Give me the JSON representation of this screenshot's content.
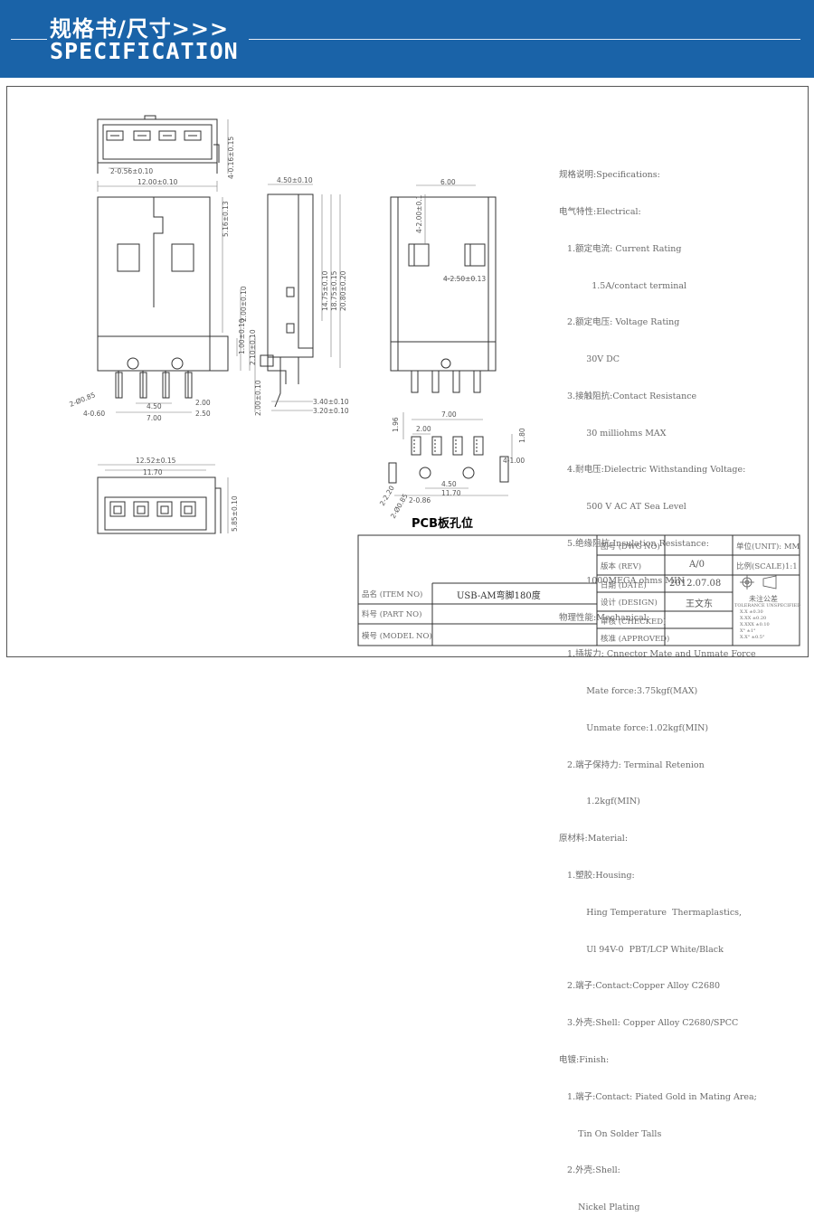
{
  "banner": {
    "title_cn": "规格书/尺寸>>>",
    "title_en": "SPECIFICATION",
    "color": "#1a63a8"
  },
  "specs": [
    "规格说明:Specifications:",
    "电气特性:Electrical:",
    "   1.额定电流: Current Rating",
    "            1.5A/contact terminal",
    "   2.额定电压: Voltage Rating",
    "          30V DC",
    "   3.接触阻抗:Contact Resistance",
    "          30 milliohms MAX",
    "   4.耐电压:Dielectric Withstanding Voltage:",
    "          500 V AC AT Sea Level",
    "   5.绝缘阻抗:Insulation Resistance:",
    "          1000MEGA ohms MIN",
    "物理性能:Mechanical:",
    "   1.插拔力: Cnnector Mate and Unmate Force",
    "          Mate force:3.75kgf(MAX)",
    "          Unmate force:1.02kgf(MIN)",
    "   2.端子保持力: Terminal Retenion",
    "          1.2kgf(MIN)",
    "原材料:Material:",
    "   1.塑胶:Housing:",
    "          Hing Temperature  Thermaplastics,",
    "          Ul 94V-0  PBT/LCP White/Black",
    "   2.端子:Contact:Copper Alloy C2680",
    "   3.外壳:Shell: Copper Alloy C2680/SPCC",
    "电镀:Finish:",
    "   1.端子:Contact: Piated Gold in Mating Area;",
    "       Tin On Solder Talls",
    "   2.外壳:Shell:",
    "       Nickel Plating"
  ],
  "dims": {
    "d1": "2-0.56±0.10",
    "d2": "12.00±0.10",
    "d3": "4-0.16±0.15",
    "d4": "5.16±0.13",
    "d5": "2.00±0.10",
    "d6": "1.00±0.10",
    "d7": "2.10±0.10",
    "d8": "2-Ø0.85",
    "d9": "4-0.60",
    "d10": "4.50",
    "d11": "7.00",
    "d12": "2.00",
    "d13": "2.50",
    "d14": "4.50±0.10",
    "d15": "14.75±0.10",
    "d16": "18.75±0.15",
    "d17": "20.80±0.20",
    "d18": "3.40±0.10",
    "d19": "3.20±0.10",
    "d20": "2.00±0.10",
    "d21": "6.00",
    "d22": "4-2.00±0.1",
    "d23": "4-2.50±0.13",
    "d24": "12.52±0.15",
    "d25": "11.70",
    "d26": "5.85±0.10",
    "p1": "7.00",
    "p2": "2.00",
    "p3": "1.96",
    "p4": "1.80",
    "p5": "4-1.00",
    "p6": "4.50",
    "p7": "11.70",
    "p8": "2-2.20",
    "p9": "2-Ø0.85",
    "p10": "2-0.86"
  },
  "pcb_label": "PCB板孔位",
  "titleblock": {
    "dwg_no": "图号 (DWG NO)",
    "rev": "版本 (REV)",
    "rev_val": "A/0",
    "date": "日期 (DATE)",
    "date_val": "2012.07.08",
    "design": "设计 (DESIGN)",
    "design_val": "王文东",
    "checked": "审核 (CHECKED)",
    "approved": "核准 (APPROVED)",
    "unit": "单位(UNIT): MM",
    "scale": "比例(SCALE)1:1",
    "item": "品名 (ITEM NO)",
    "item_val": "USB-AM弯脚180度",
    "part": "料号 (PART NO)",
    "model": "模号 (MODEL NO)",
    "tol_title": "未注公差",
    "tol_sub": "TOLERANCE UNSPECIFIED",
    "tol_rows": [
      "X.X    ±0.30",
      "X.XX   ±0.20",
      "X.XXX  ±0.10",
      "X°     ±1°",
      "X.X°   ±0.5°"
    ]
  }
}
